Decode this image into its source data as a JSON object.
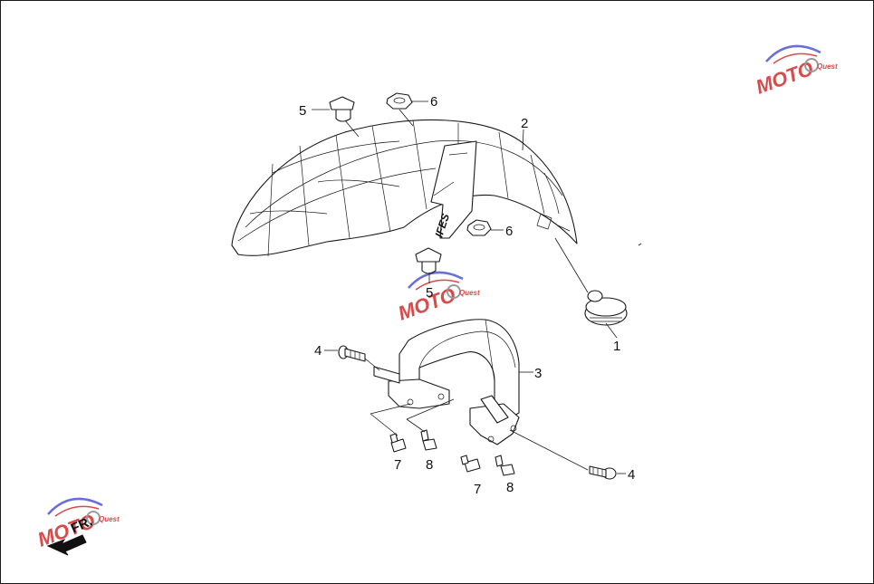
{
  "diagram": {
    "callouts": {
      "c1": "1",
      "c2": "2",
      "c3": "3",
      "c4a": "4",
      "c4b": "4",
      "c5a": "5",
      "c5b": "5",
      "c6a": "6",
      "c6b": "6",
      "c7a": "7",
      "c7b": "7",
      "c8a": "8",
      "c8b": "8"
    },
    "fender_decal": "IFES",
    "direction_label": "FR.",
    "watermark": {
      "text_moto": "MOTO",
      "text_sub": "Quest"
    }
  },
  "colors": {
    "line": "#1a1a1a",
    "watermark_red": "#d94a4a",
    "watermark_blue": "#6a6fd8",
    "watermark_gray": "#9a9a9a"
  }
}
